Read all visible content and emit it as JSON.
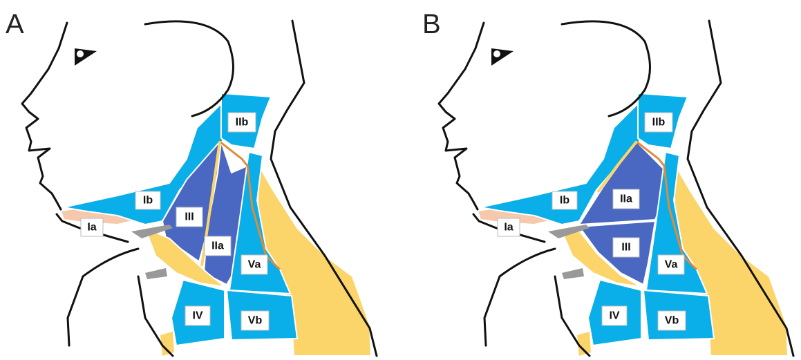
{
  "panels": [
    {
      "letter": "A",
      "levels": {
        "ia": "Ia",
        "ib": "Ib",
        "iib": "IIb",
        "iii": "III",
        "iia": "IIa",
        "va": "Va",
        "iv": "IV",
        "vb": "Vb"
      }
    },
    {
      "letter": "B",
      "levels": {
        "ia": "Ia",
        "ib": "Ib",
        "iib": "IIb",
        "iia": "IIa",
        "iii": "III",
        "va": "Va",
        "iv": "IV",
        "vb": "Vb"
      }
    }
  ],
  "colors": {
    "light_blue": "#0aaee8",
    "dark_blue": "#4a67c2",
    "yellow": "#fbd46a",
    "pink": "#f6c9ad",
    "gray": "#999999",
    "outline": "#111111",
    "orange_line": "#e08b3a"
  }
}
